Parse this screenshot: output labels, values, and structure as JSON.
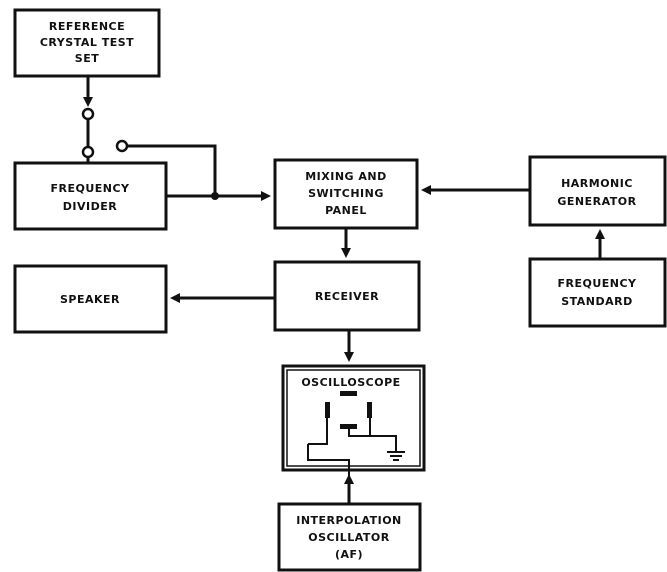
{
  "blocks": {
    "reference_crystal_test_set": [
      "REFERENCE",
      "CRYSTAL TEST",
      "SET"
    ],
    "frequency_divider": [
      "FREQUENCY",
      "DIVIDER"
    ],
    "mixing_switching_panel": [
      "MIXING AND",
      "SWITCHING",
      "PANEL"
    ],
    "harmonic_generator": [
      "HARMONIC",
      "GENERATOR"
    ],
    "frequency_standard": [
      "FREQUENCY",
      "STANDARD"
    ],
    "speaker": [
      "SPEAKER"
    ],
    "receiver": [
      "RECEIVER"
    ],
    "oscilloscope": [
      "OSCILLOSCOPE"
    ],
    "interpolation_oscillator": [
      "INTERPOLATION",
      "OSCILLATOR",
      "(AF)"
    ]
  }
}
